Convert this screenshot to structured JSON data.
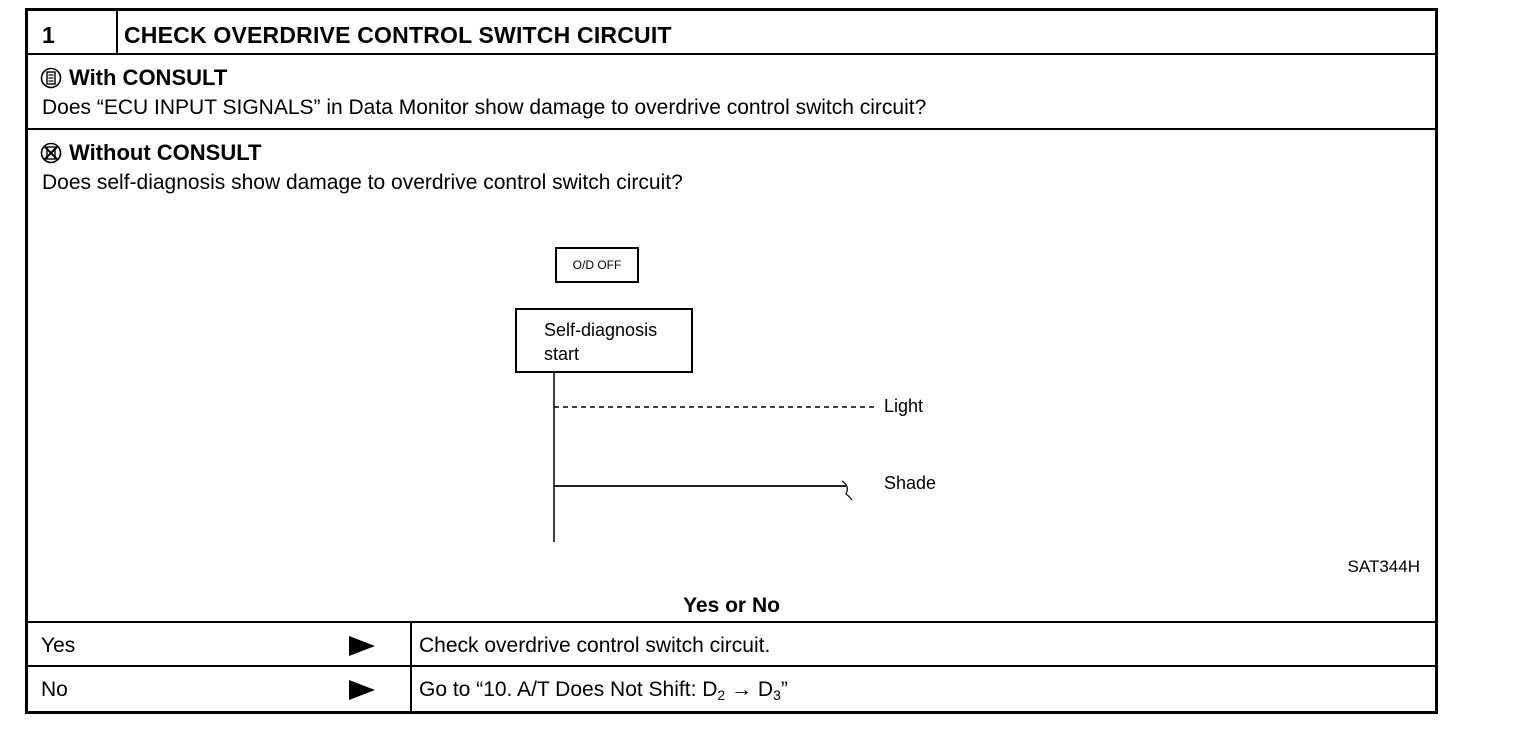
{
  "header": {
    "step_number": "1",
    "title": "CHECK OVERDRIVE CONTROL SWITCH CIRCUIT"
  },
  "with_consult": {
    "heading": "With CONSULT",
    "question": "Does “ECU INPUT SIGNALS” in Data Monitor show damage to overdrive control switch circuit?"
  },
  "without_consult": {
    "heading": "Without CONSULT",
    "question": "Does self-diagnosis show damage to overdrive control switch circuit?"
  },
  "diagram": {
    "od_off_label": "O/D OFF",
    "self_diag_line1": "Self-diagnosis",
    "self_diag_line2": "start",
    "light_label": "Light",
    "shade_label": "Shade",
    "figure_code": "SAT344H"
  },
  "decision": {
    "heading": "Yes or No",
    "rows": [
      {
        "answer": "Yes",
        "action": "Check overdrive control switch circuit."
      },
      {
        "answer": "No",
        "action_prefix": "Go to “10. A/T Does Not Shift: D",
        "sub1": "2",
        "arrow": " → D",
        "sub2": "3",
        "action_suffix": "”"
      }
    ]
  }
}
